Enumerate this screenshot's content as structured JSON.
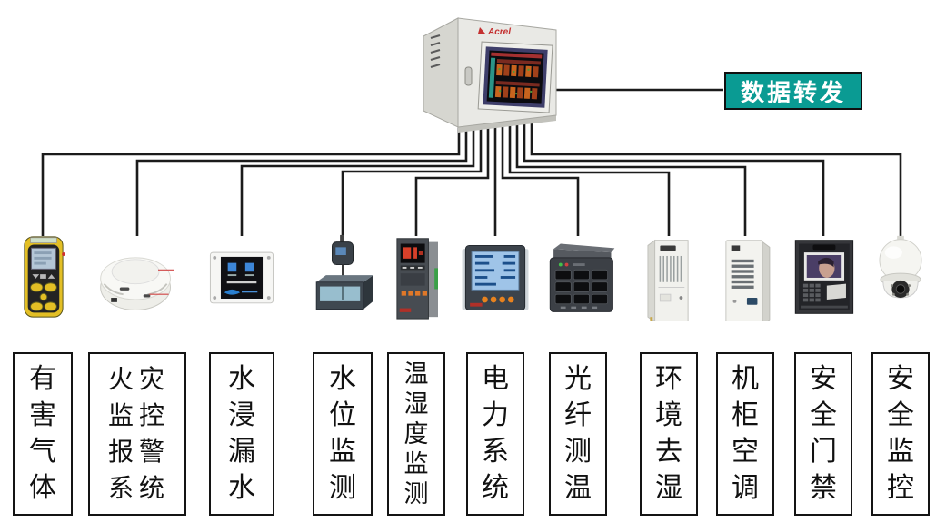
{
  "gateway": {
    "label": "数据转发"
  },
  "cabinet": {
    "brand": "Acrel"
  },
  "colors": {
    "accent_teal": "#0a9b93",
    "wire": "#1b1b1b",
    "brand_red": "#c43030"
  },
  "devices": [
    {
      "id": "harmful-gas",
      "name": "有害气体",
      "lines": [
        "有",
        "害",
        "气",
        "体"
      ]
    },
    {
      "id": "fire-alarm",
      "name": "火灾监控报警系统",
      "lines": [
        "火灾",
        "监控",
        "报警",
        "系统"
      ]
    },
    {
      "id": "water-leak",
      "name": "水浸漏水",
      "lines": [
        "水",
        "浸",
        "漏",
        "水"
      ]
    },
    {
      "id": "water-level",
      "name": "水位监测",
      "lines": [
        "水",
        "位",
        "监",
        "测"
      ]
    },
    {
      "id": "temp-humidity",
      "name": "温湿度监测",
      "lines": [
        "温",
        "湿",
        "度",
        "监",
        "测"
      ]
    },
    {
      "id": "power-system",
      "name": "电力系统",
      "lines": [
        "电",
        "力",
        "系",
        "统"
      ]
    },
    {
      "id": "fiber-temp",
      "name": "光纤测温",
      "lines": [
        "光",
        "纤",
        "测",
        "温"
      ]
    },
    {
      "id": "dehumidify",
      "name": "环境去湿",
      "lines": [
        "环",
        "境",
        "去",
        "湿"
      ]
    },
    {
      "id": "cabinet-ac",
      "name": "机柜空调",
      "lines": [
        "机",
        "柜",
        "空",
        "调"
      ]
    },
    {
      "id": "access-control",
      "name": "安全门禁",
      "lines": [
        "安",
        "全",
        "门",
        "禁"
      ]
    },
    {
      "id": "security-monitor",
      "name": "安全监控",
      "lines": [
        "安",
        "全",
        "监",
        "控"
      ]
    }
  ]
}
